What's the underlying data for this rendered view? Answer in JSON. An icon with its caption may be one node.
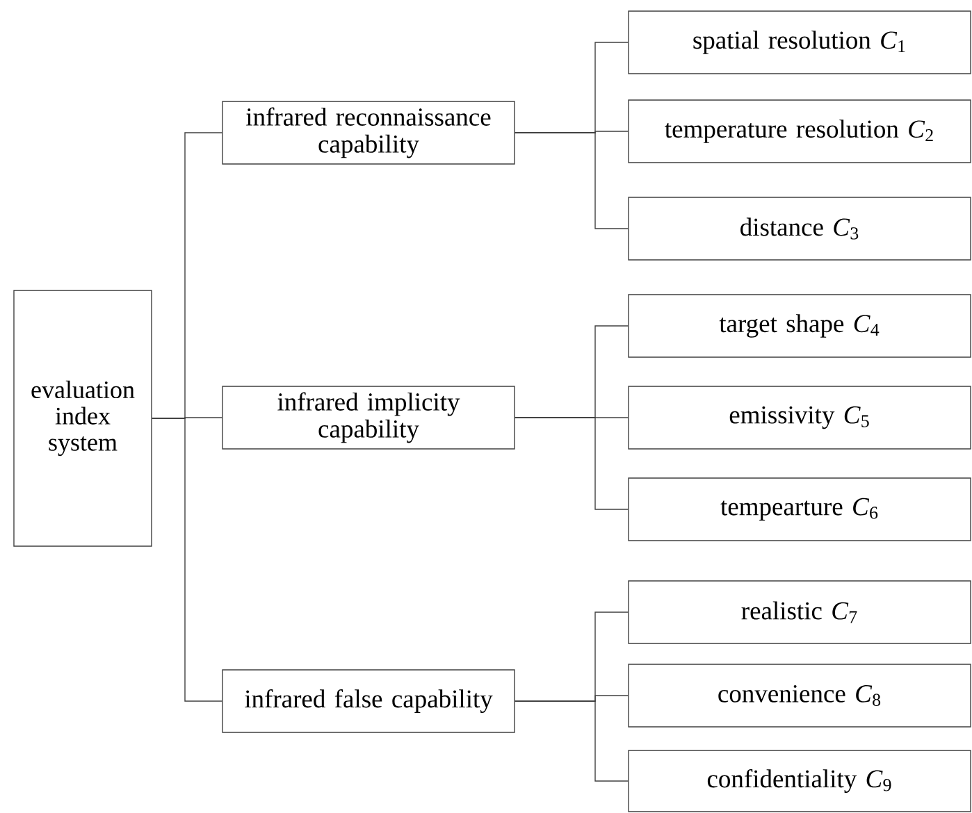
{
  "diagram": {
    "nodes": [
      {
        "text": [
          "evaluation index system"
        ]
      },
      {
        "text": [
          "infrared reconnaissance capability"
        ]
      },
      {
        "text": [
          "infrared implicity capability"
        ]
      },
      {
        "text": [
          "infrared false capability"
        ]
      },
      {
        "text": [
          "spatial resolution *C*$_{1}$"
        ]
      },
      {
        "text": [
          "temperature resolution *C*$_{2}$"
        ]
      },
      {
        "text": [
          "distance *C*$_{3}$"
        ]
      },
      {
        "text": [
          "target shape *C*$_{4}$"
        ]
      },
      {
        "text": [
          "emissivity *C*$_{5}$"
        ]
      },
      {
        "text": [
          "tempearture *C*$_{6}$"
        ]
      },
      {
        "text": [
          "realistic *C*$_{7}$"
        ]
      },
      {
        "text": [
          "convenience *C*$_{8}$"
        ]
      },
      {
        "text": [
          "confidentiality *C*$_{9}$"
        ]
      }
    ],
    "edges": [
      {
        "from": 0,
        "to": 1,
        "arrow": "none"
      },
      {
        "from": 0,
        "to": 2,
        "arrow": "none"
      },
      {
        "from": 0,
        "to": 3,
        "arrow": "none"
      },
      {
        "from": 1,
        "to": 4,
        "arrow": "none"
      },
      {
        "from": 1,
        "to": 5,
        "arrow": "none"
      },
      {
        "from": 1,
        "to": 6,
        "arrow": "none"
      },
      {
        "from": 2,
        "to": 7,
        "arrow": "none"
      },
      {
        "from": 2,
        "to": 8,
        "arrow": "none"
      },
      {
        "from": 2,
        "to": 9,
        "arrow": "none"
      },
      {
        "from": 3,
        "to": 10,
        "arrow": "none"
      },
      {
        "from": 3,
        "to": 11,
        "arrow": "none"
      },
      {
        "from": 3,
        "to": 12,
        "arrow": "none"
      }
    ]
  }
}
